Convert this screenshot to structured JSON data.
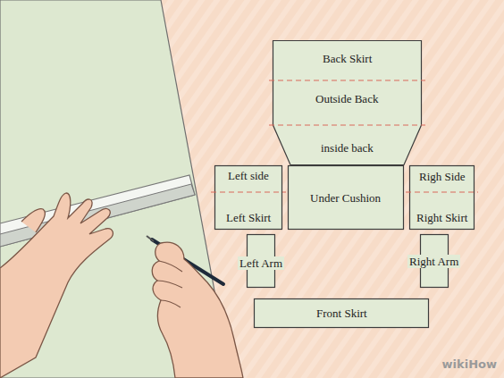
{
  "diagram": {
    "nodes": [
      {
        "text": [
          "Back Skirt",
          "Outside Back",
          "inside back"
        ]
      },
      {
        "text": [
          "Left side",
          "Left Skirt"
        ]
      },
      {
        "text": [
          "Under Cushion"
        ]
      },
      {
        "text": [
          "Righ Side",
          "Right Skirt"
        ]
      },
      {
        "text": [
          "Left Arm"
        ]
      },
      {
        "text": [
          "Right Arm"
        ]
      },
      {
        "text": [
          "Front Skirt"
        ]
      }
    ],
    "labels": [
      "wikiHow"
    ]
  }
}
